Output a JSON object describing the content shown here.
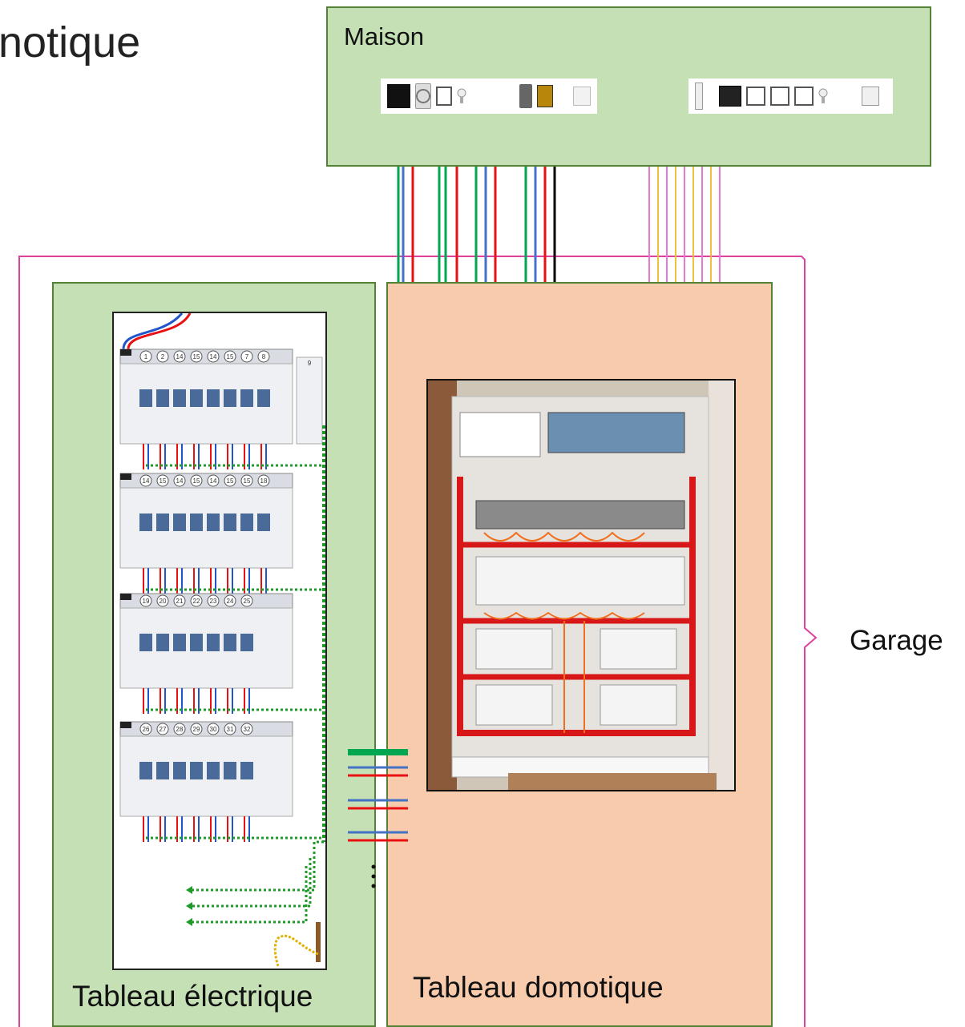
{
  "header": {
    "title": "notique"
  },
  "maison": {
    "label": "Maison",
    "devices_left": [
      "cooktop-icon",
      "washing-machine-icon",
      "outlet-icon",
      "bulb-icon",
      "doorbell-icon",
      "gate-motor-icon",
      "alarm-panel-icon"
    ],
    "devices_right": [
      "radiator-icon",
      "oven-icon",
      "outlet-icon",
      "outlet-icon",
      "bulb-icon",
      "shutter-icon"
    ]
  },
  "garage": {
    "label": "Garage"
  },
  "panels": {
    "electrique": {
      "label": "Tableau électrique"
    },
    "domotique": {
      "label": "Tableau domotique"
    }
  },
  "breaker_rows": [
    {
      "numbers": [
        "1",
        "2",
        "14",
        "15",
        "14",
        "15",
        "7",
        "8"
      ],
      "extra": "9"
    },
    {
      "numbers": [
        "14",
        "15",
        "14",
        "15",
        "14",
        "15",
        "15",
        "18"
      ]
    },
    {
      "numbers": [
        "19",
        "20",
        "21",
        "22",
        "23",
        "24",
        "25"
      ]
    },
    {
      "numbers": [
        "26",
        "27",
        "28",
        "29",
        "30",
        "31",
        "32"
      ]
    }
  ],
  "colors": {
    "maison_fill": "#c5e0b4",
    "domo_fill": "#f8cbad",
    "border": "#548235",
    "bracket": "#e040a0",
    "wire_green": "#00a650",
    "wire_blue": "#4472c4",
    "wire_red": "#e81010",
    "wire_black": "#000000",
    "wire_yellow": "#f0c040",
    "wire_pink": "#e878d8"
  }
}
